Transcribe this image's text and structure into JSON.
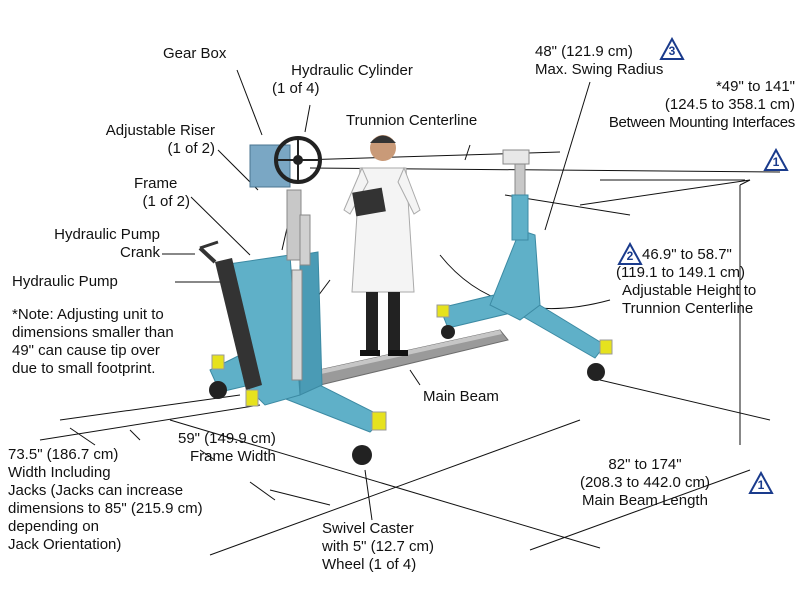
{
  "labels": {
    "gear_box": "Gear Box",
    "hydraulic_cylinder": [
      "Hydraulic Cylinder",
      "(1 of 4)"
    ],
    "max_swing": [
      "48\" (121.9 cm)",
      "Max. Swing Radius"
    ],
    "mounting": [
      "*49\" to 141\"",
      "(124.5 to 358.1 cm)",
      "Between Mounting Interfaces"
    ],
    "trunnion": "Trunnion Centerline",
    "adjustable_riser": [
      "Adjustable Riser",
      "(1 of 2)"
    ],
    "frame": [
      "Frame",
      "(1 of 2)"
    ],
    "pump_crank": [
      "Hydraulic Pump",
      "Crank"
    ],
    "pump": "Hydraulic Pump",
    "note": [
      "*Note: Adjusting unit to",
      "dimensions smaller than",
      "49\" can cause tip over",
      "due to small footprint."
    ],
    "height": [
      "46.9\" to 58.7\"",
      "(119.1 to 149.1 cm)",
      "Adjustable Height to",
      "Trunnion Centerline"
    ],
    "main_beam": "Main Beam",
    "width_jacks": [
      "73.5\" (186.7 cm)",
      "Width Including",
      "Jacks (Jacks can increase",
      "dimensions to 85\" (215.9 cm)",
      "depending on",
      "Jack Orientation)"
    ],
    "frame_width": [
      "59\" (149.9 cm)",
      "Frame Width"
    ],
    "beam_length": [
      "82\" to 174\"",
      "(208.3 to 442.0 cm)",
      "Main Beam Length"
    ],
    "caster": [
      "Swivel Caster",
      "with 5\" (12.7 cm)",
      "Wheel (1 of 4)"
    ]
  },
  "markers": {
    "swing": "3",
    "mounting": "1",
    "height": "2",
    "beam_length": "1"
  },
  "colors": {
    "frame": "#5fb0c8",
    "frame_dark": "#3c8aa3",
    "jack": "#e6e21e",
    "beam": "#9a9a9a",
    "marker": "#1a3b8c"
  }
}
